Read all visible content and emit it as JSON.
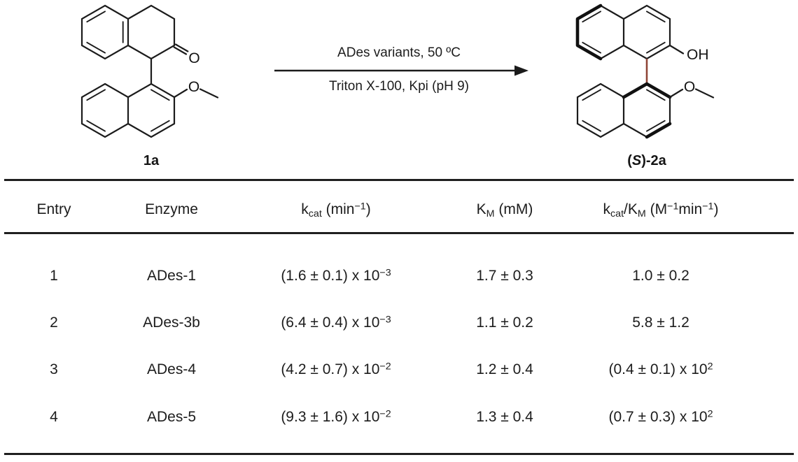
{
  "scheme": {
    "conditions_top": "ADes variants, 50 ºC",
    "conditions_bottom": "Triton X-100, Kpi (pH 9)",
    "substrate": {
      "label": "1a",
      "carbonyl_o": "O",
      "methoxy_o": "O"
    },
    "product": {
      "label_pre": "(",
      "label_s": "S",
      "label_post": ")-2a",
      "hydroxyl": "OH",
      "methoxy_o": "O"
    },
    "colors": {
      "bond": "#1b1b1b",
      "biaryl_bond": "#8f4537"
    }
  },
  "table": {
    "headers": {
      "entry": "Entry",
      "enzyme": "Enzyme",
      "kcat": {
        "sym": "k",
        "sub": "cat",
        "unit_open": " (min",
        "sup": "−1",
        "unit_close": ")"
      },
      "km": {
        "sym": "K",
        "sub": "M",
        "unit": " (mM)"
      },
      "ratio": {
        "sym1": "k",
        "sub1": "cat",
        "sym2": "/K",
        "sub2": "M",
        "unit_open": " (M",
        "sup1": "−1",
        "mid": "min",
        "sup2": "−1",
        "unit_close": ")"
      }
    },
    "rows": [
      {
        "entry": "1",
        "enzyme": "ADes-1",
        "kcat_base": "(1.6 ± 0.1) x 10",
        "kcat_sup": "−3",
        "km": "1.7 ± 0.3",
        "ratio_base": "1.0 ± 0.2",
        "ratio_sup": ""
      },
      {
        "entry": "2",
        "enzyme": "ADes-3b",
        "kcat_base": "(6.4 ± 0.4) x 10",
        "kcat_sup": "−3",
        "km": "1.1 ± 0.2",
        "ratio_base": "5.8 ± 1.2",
        "ratio_sup": ""
      },
      {
        "entry": "3",
        "enzyme": "ADes-4",
        "kcat_base": "(4.2 ± 0.7) x 10",
        "kcat_sup": "−2",
        "km": "1.2 ± 0.4",
        "ratio_base": "(0.4 ± 0.1) x 10",
        "ratio_sup": "2"
      },
      {
        "entry": "4",
        "enzyme": "ADes-5",
        "kcat_base": "(9.3 ± 1.6) x 10",
        "kcat_sup": "−2",
        "km": "1.3 ± 0.4",
        "ratio_base": "(0.7 ± 0.3) x 10",
        "ratio_sup": "2"
      }
    ]
  }
}
